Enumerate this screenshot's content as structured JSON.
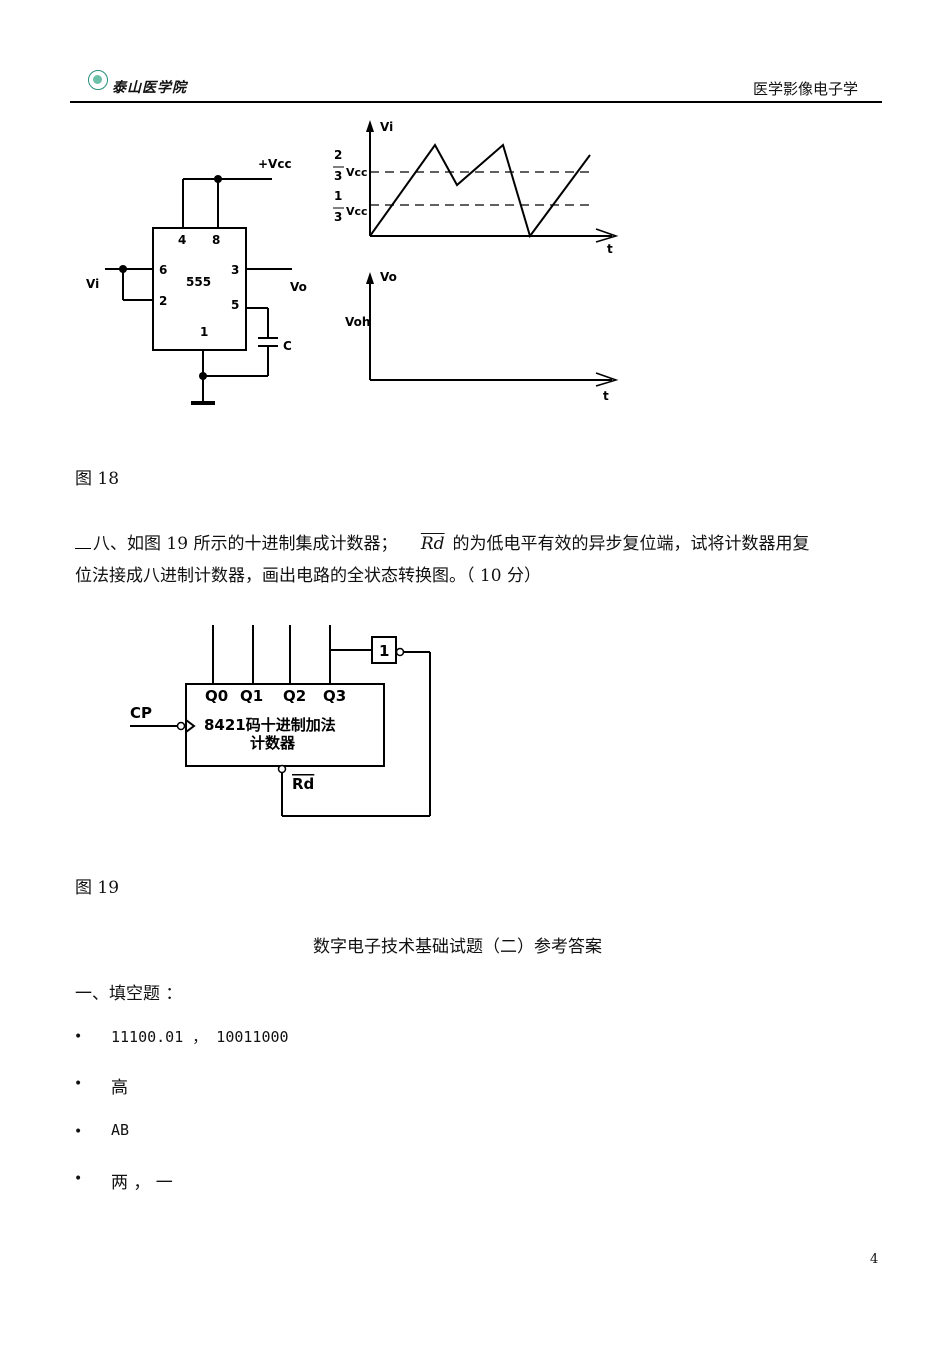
{
  "header": {
    "school_name": "泰山医学院",
    "course_name": "医学影像电子学"
  },
  "figure18": {
    "caption": "图 18",
    "supply_label": "+Vcc",
    "chip_label": "555",
    "pins": {
      "p4": "4",
      "p8": "8",
      "p6": "6",
      "p2": "2",
      "p3": "3",
      "p5": "5",
      "p1": "1"
    },
    "input_label": "Vi",
    "output_label": "Vo",
    "capacitor_label": "C",
    "graph_vi": {
      "y_axis": "Vi",
      "x_axis": "t",
      "level_high_num": "2",
      "level_high_den": "3",
      "level_low_num": "1",
      "level_low_den": "3",
      "level_unit": "Vcc"
    },
    "graph_vo": {
      "y_axis": "Vo",
      "x_axis": "t",
      "level": "Voh"
    }
  },
  "question8": {
    "line1_prefix": "八、如图 19 所示的十进制集成计数器；",
    "rd_symbol": "Rd",
    "line1_suffix": "的为低电平有效的异步复位端，试将计数器用复",
    "line2": "位法接成八进制计数器，画出电路的全状态转换图。（ 10 分）"
  },
  "figure19": {
    "caption": "图 19",
    "clock_label": "CP",
    "outputs": [
      "Q0",
      "Q1",
      "Q2",
      "Q3"
    ],
    "gate_label": "1",
    "block_line1": "8421码十进制加法",
    "block_line2": "计数器",
    "reset_label": "Rd"
  },
  "answers": {
    "title": "数字电子技术基础试题（二）参考答案",
    "section1": "一、填空题 ：",
    "items": [
      "11100.01 ， 10011000",
      "高",
      "AB",
      "两 ， 一"
    ]
  },
  "page_number": "4"
}
